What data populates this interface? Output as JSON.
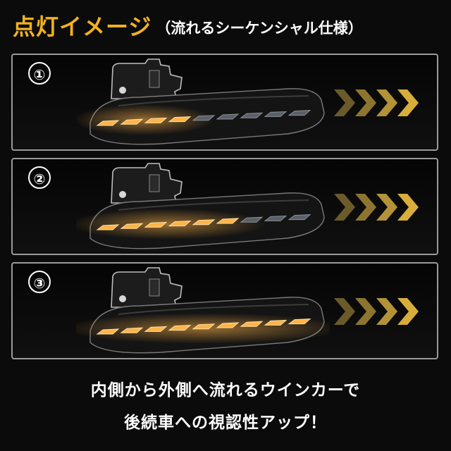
{
  "header": {
    "title": "点灯イメージ",
    "subtitle": "（流れるシーケンシャル仕様）"
  },
  "panels": [
    {
      "number": "①",
      "lit_segments": 4,
      "arrow_count": 4
    },
    {
      "number": "②",
      "lit_segments": 6,
      "arrow_count": 4
    },
    {
      "number": "③",
      "lit_segments": 9,
      "arrow_count": 4
    }
  ],
  "footer": {
    "line1": "内側から外側へ流れるウインカーで",
    "line2": "後続車への視認性アップ！"
  },
  "colors": {
    "accent": "#f2b21f",
    "amber_light": "#ffb347",
    "unlit_segment": "#5a6068",
    "panel_border": "#9a9a9a"
  }
}
